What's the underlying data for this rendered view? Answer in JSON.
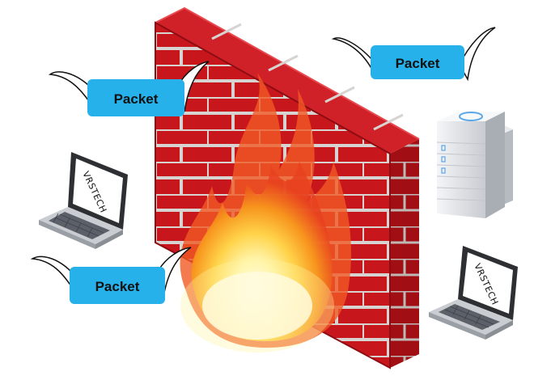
{
  "packets": [
    {
      "label": "Packet"
    },
    {
      "label": "Packet"
    },
    {
      "label": "Packet"
    }
  ],
  "laptops": [
    {
      "brand": "VRSTECH"
    },
    {
      "brand": "VRSTECH"
    }
  ],
  "icons": {
    "firewall": "brick-firewall-icon",
    "fire": "fire-icon",
    "server": "server-icon",
    "laptop": "laptop-icon"
  },
  "colors": {
    "packet_fill": "#27b1ea",
    "brick_red": "#c8161d",
    "brick_dark": "#8e0d12",
    "mortar": "#d7d3d1",
    "flame_yellow": "#ffe770",
    "flame_orange": "#f7941d"
  }
}
